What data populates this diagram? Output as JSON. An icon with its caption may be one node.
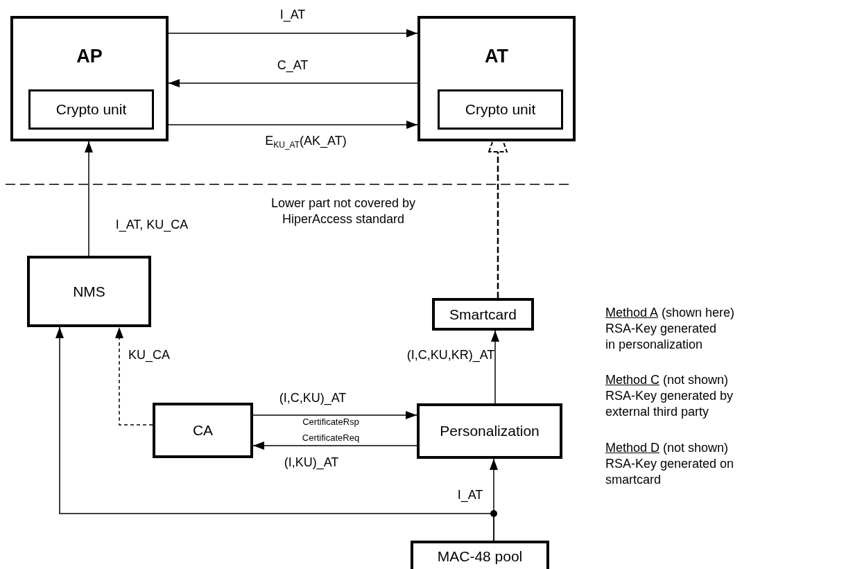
{
  "diagram": {
    "nodes": [
      {
        "text": [
          "AP"
        ]
      },
      {
        "text": [
          "Crypto unit"
        ],
        "in": 0
      },
      {
        "text": [
          "AT"
        ]
      },
      {
        "text": [
          "Crypto unit"
        ],
        "in": 2
      },
      {
        "text": [
          "NMS"
        ]
      },
      {
        "text": [
          "Smartcard"
        ]
      },
      {
        "text": [
          "CA"
        ]
      },
      {
        "text": [
          "Personalization"
        ]
      },
      {
        "text": [
          "MAC-48 pool"
        ]
      }
    ],
    "edges": [
      {
        "from": 0,
        "to": 2,
        "arrow": "to",
        "label": "I_AT"
      },
      {
        "from": 2,
        "to": 0,
        "arrow": "to",
        "label": "C_AT"
      },
      {
        "from": 0,
        "to": 2,
        "arrow": "to",
        "label": "E$_{KU_AT}$(AK_AT)"
      },
      {
        "from": 5,
        "to": 3,
        "arrow": "to",
        "style": "dashed"
      },
      {
        "from": 4,
        "to": 0,
        "arrow": "to",
        "label": "I_AT, KU_CA"
      },
      {
        "from": 7,
        "to": 5,
        "arrow": "to",
        "label": "(I,C,KU,KR)_AT"
      },
      {
        "from": 6,
        "to": 7,
        "arrow": "to",
        "label": "(I,C,KU)_AT"
      },
      {
        "from": 7,
        "to": 6,
        "arrow": "to",
        "label": "(I,KU)_AT"
      },
      {
        "from": 6,
        "to": 4,
        "arrow": "to",
        "style": "dashed",
        "label": "KU_CA"
      },
      {
        "from": 8,
        "to": 7,
        "arrow": "to",
        "label": "I_AT"
      },
      {
        "from": 8,
        "to": 4,
        "arrow": "to"
      }
    ],
    "labels": [
      "Lower part not covered by HiperAccess standard",
      "CertificateRsp",
      "CertificateReq",
      "Method A",
      "(shown here)",
      "RSA-Key generated in personalization",
      "Method C",
      "(not shown)",
      "RSA-Key generated by external third party",
      "Method D",
      "(not shown)",
      "RSA-Key generated on smartcard"
    ]
  }
}
